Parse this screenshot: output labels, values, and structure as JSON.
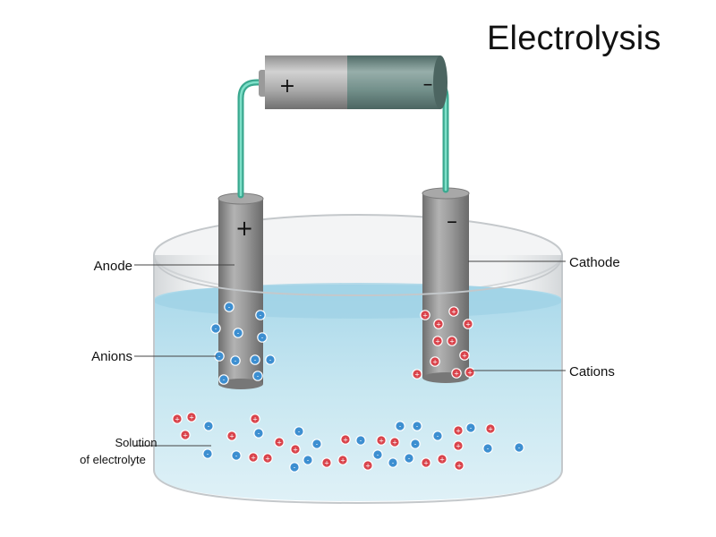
{
  "title": "Electrolysis",
  "battery": {
    "positive_sign": "+",
    "negative_sign": "–"
  },
  "anode": {
    "label": "Anode",
    "sign": "+"
  },
  "cathode": {
    "label": "Cathode",
    "sign": "–"
  },
  "ions": {
    "anions_label": "Anions",
    "cations_label": "Cations",
    "anion_sign": "-",
    "cation_sign": "+"
  },
  "solution": {
    "label_line1": "Solution",
    "label_line2": "of electrolyte"
  },
  "colors": {
    "anion": "#3d8fd1",
    "cation": "#d9434b",
    "wire": "#4fc2a8",
    "solution": "#bfe3ef",
    "electrode": "#8d8d8d",
    "battery_negative": "#6f8d88"
  }
}
